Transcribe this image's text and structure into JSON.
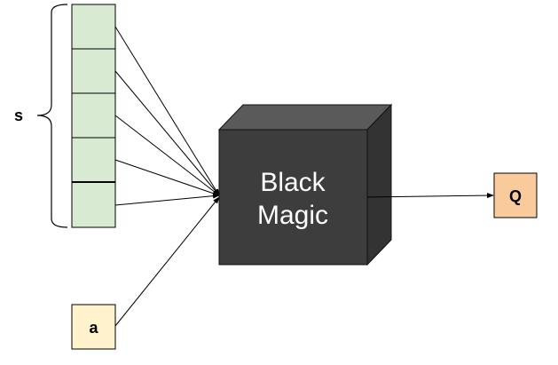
{
  "diagram": {
    "state": {
      "label": "s",
      "cell_count": 5,
      "fill": "#d9ead3"
    },
    "action": {
      "label": "a",
      "fill": "#fff2cc"
    },
    "black_box": {
      "line1": "Black",
      "line2": "Magic",
      "front_fill": "#3d3d3d",
      "top_fill": "#5a5a5a",
      "side_fill": "#333333"
    },
    "output": {
      "label": "Q",
      "fill": "#f9cb9c"
    },
    "edges": [
      {
        "from": "state-cell-1",
        "to": "black-box"
      },
      {
        "from": "state-cell-2",
        "to": "black-box"
      },
      {
        "from": "state-cell-3",
        "to": "black-box"
      },
      {
        "from": "state-cell-4",
        "to": "black-box"
      },
      {
        "from": "state-cell-5",
        "to": "black-box"
      },
      {
        "from": "action",
        "to": "black-box"
      },
      {
        "from": "black-box",
        "to": "output"
      }
    ]
  }
}
